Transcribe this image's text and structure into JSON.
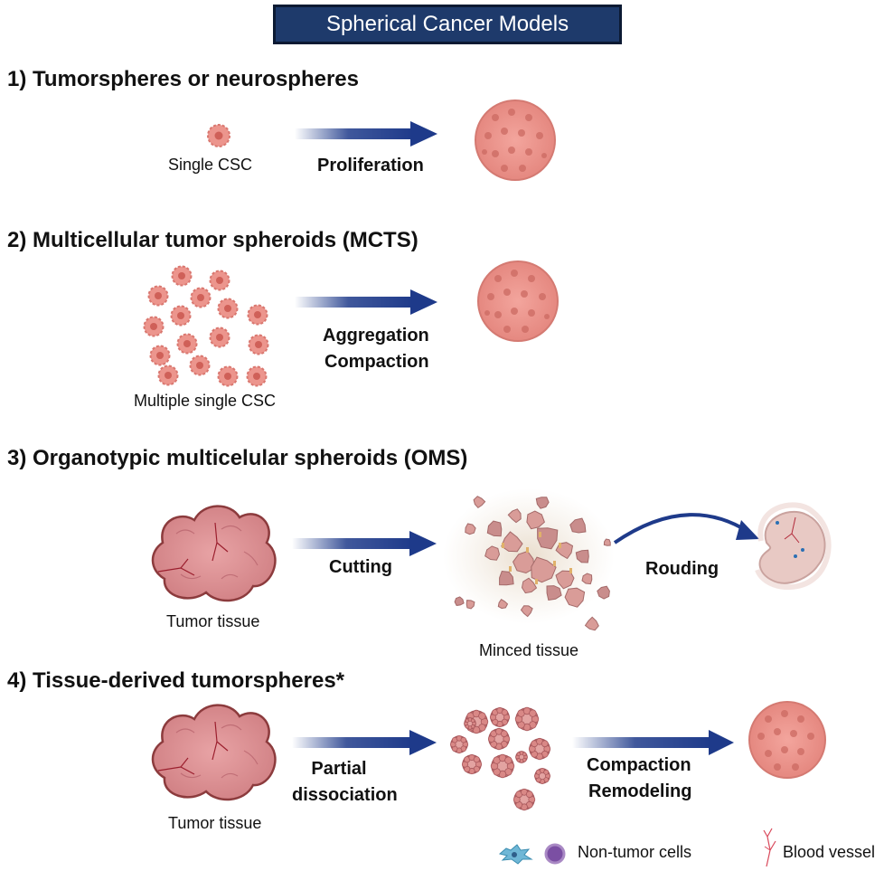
{
  "title": "Spherical Cancer Models",
  "sections": [
    {
      "heading": "1) Tumorspheres or neurospheres",
      "input_label": "Single CSC",
      "steps": [
        "Proliferation"
      ]
    },
    {
      "heading": "2) Multicellular tumor spheroids (MCTS)",
      "input_label": "Multiple single CSC",
      "steps": [
        "Aggregation",
        "Compaction"
      ]
    },
    {
      "heading": "3) Organotypic multicelular spheroids (OMS)",
      "input_label": "Tumor tissue",
      "step1": "Cutting",
      "intermediate_label": "Minced tissue",
      "step2": "Rouding"
    },
    {
      "heading": "4) Tissue-derived tumorspheres*",
      "input_label": "Tumor tissue",
      "step1": [
        "Partial",
        "dissociation"
      ],
      "step2": [
        "Compaction",
        "Remodeling"
      ]
    }
  ],
  "legend": {
    "non_tumor_cells": "Non-tumor cells",
    "blood_vessel": "Blood vessel"
  },
  "colors": {
    "title_bg": "#1e3a6b",
    "arrow": "#1e3a8a",
    "cell": "#e8918a",
    "cell_dark": "#c86a62",
    "tissue": "#d9868a"
  }
}
